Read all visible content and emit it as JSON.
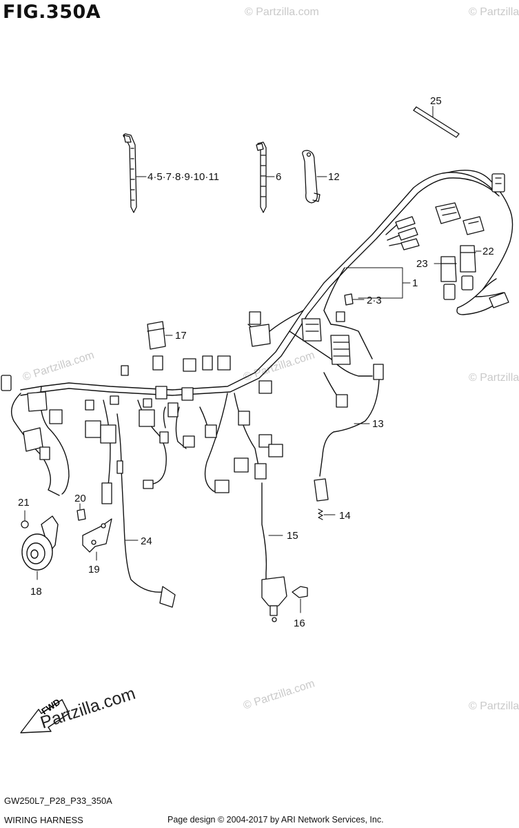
{
  "figure": {
    "title": "FIG.350A"
  },
  "callouts": {
    "c1": "1",
    "c2_3": "2·3",
    "c4_11": "4·5·7·8·9·10·11",
    "c6": "6",
    "c12": "12",
    "c13": "13",
    "c14": "14",
    "c15": "15",
    "c16": "16",
    "c17": "17",
    "c18": "18",
    "c19": "19",
    "c20": "20",
    "c21": "21",
    "c22": "22",
    "c23": "23",
    "c24": "24",
    "c25": "25"
  },
  "watermark": {
    "text": "© Partzilla.com",
    "brand": "Partzilla.com",
    "fwd": "FWD"
  },
  "footer": {
    "code": "GW250L7_P28_P33_350A",
    "name": "WIRING HARNESS",
    "copyright": "Page design © 2004-2017 by ARI Network Services, Inc."
  }
}
